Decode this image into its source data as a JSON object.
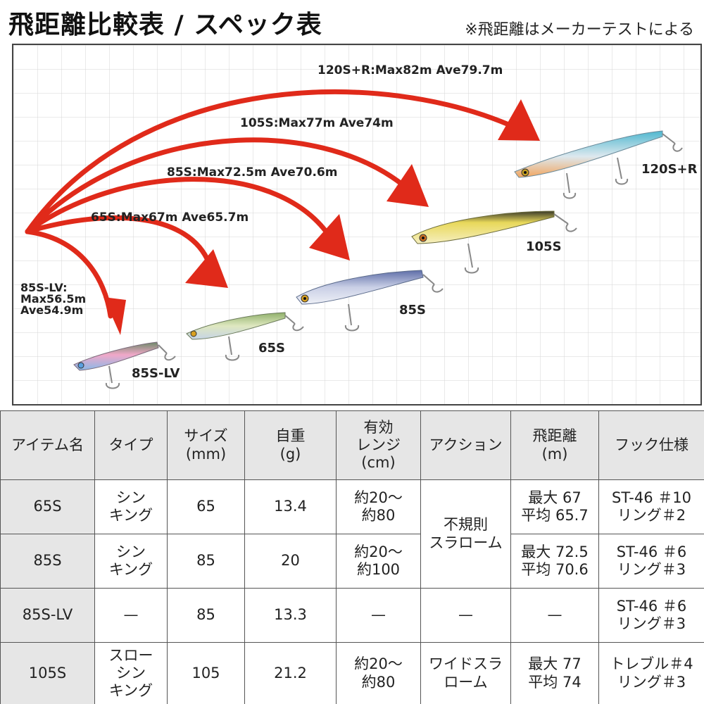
{
  "header": {
    "title": "飛距離比較表 / スペック表",
    "note": "※飛距離はメーカーテストによる"
  },
  "chart": {
    "arrows": [
      {
        "key": "120S+R",
        "label": "120S+R:Max82m Ave79.7m"
      },
      {
        "key": "105S",
        "label": "105S:Max77m Ave74m"
      },
      {
        "key": "85S",
        "label": "85S:Max72.5m Ave70.6m"
      },
      {
        "key": "65S",
        "label": "65S:Max67m Ave65.7m"
      },
      {
        "key": "85S-LV",
        "label_lines": [
          "85S-LV:",
          "Max56.5m",
          "Ave54.9m"
        ]
      }
    ],
    "lures": [
      {
        "name": "120S+R",
        "colors": [
          "#7fc8d8",
          "#f0a25a"
        ],
        "icon": "fishing-lure-icon"
      },
      {
        "name": "105S",
        "colors": [
          "#d8c84a",
          "#6b8a2a"
        ],
        "icon": "fishing-lure-icon"
      },
      {
        "name": "85S",
        "colors": [
          "#8a9ac8",
          "#c8d0e8"
        ],
        "icon": "fishing-lure-icon"
      },
      {
        "name": "65S",
        "colors": [
          "#b8d070",
          "#a8b8d0"
        ],
        "icon": "fishing-lure-icon"
      },
      {
        "name": "85S-LV",
        "colors": [
          "#e070a0",
          "#80b0e0"
        ],
        "icon": "fishing-lure-icon"
      }
    ],
    "arrow_color": "#e02a1a"
  },
  "table": {
    "headers": [
      "アイテム名",
      "タイプ",
      "サイズ\n(mm)",
      "自重\n(g)",
      "有効\nレンジ\n(cm)",
      "アクション",
      "飛距離\n(m)",
      "フック仕様"
    ],
    "rows": [
      {
        "name": "65S",
        "type": "シン\nキング",
        "size": "65",
        "weight": "13.4",
        "range": "約20〜\n約80",
        "distance": "最大 67\n平均 65.7",
        "hook": "ST-46 ＃10\nリング＃2"
      },
      {
        "name": "85S",
        "type": "シン\nキング",
        "size": "85",
        "weight": "20",
        "range": "約20〜\n約100",
        "distance": "最大 72.5\n平均 70.6",
        "hook": "ST-46 ＃6\nリング＃3"
      },
      {
        "name": "85S-LV",
        "type": "—",
        "size": "85",
        "weight": "13.3",
        "range": "—",
        "action": "—",
        "distance": "—",
        "hook": "ST-46 ＃6\nリング＃3"
      },
      {
        "name": "105S",
        "type": "スロー\nシン\nキング",
        "size": "105",
        "weight": "21.2",
        "range": "約20〜\n約80",
        "action": "ワイドスラ\nローム",
        "distance": "最大 77\n平均 74",
        "hook": "トレブル＃4\nリング＃3"
      }
    ],
    "shared_action": "不規則\nスラローム"
  }
}
